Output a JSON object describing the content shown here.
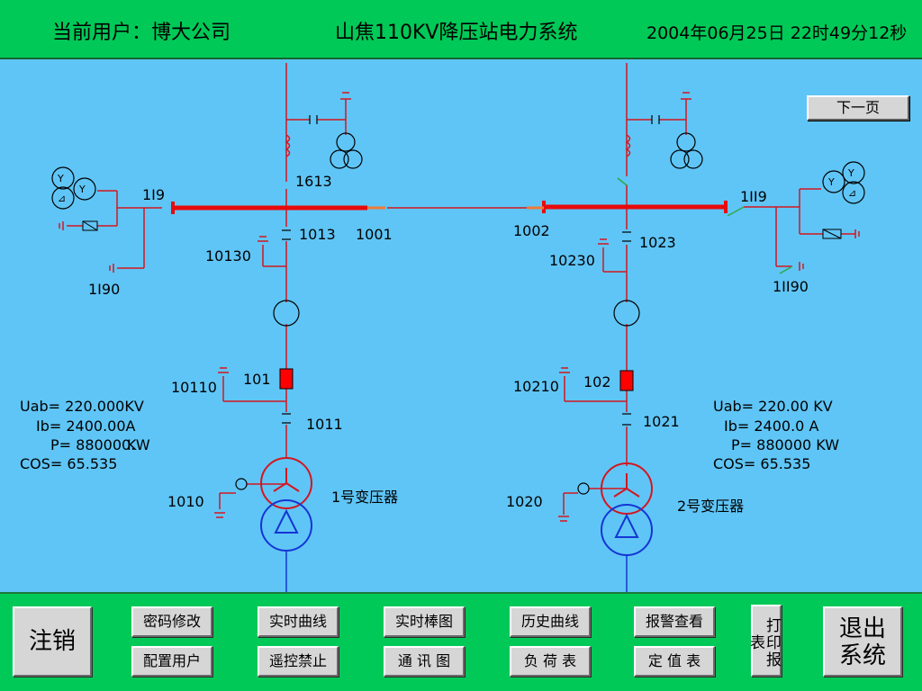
{
  "header": {
    "user": "当前用户：博大公司",
    "title": "山焦110KV降压站电力系统",
    "datetime": "2004年06月25日 22时49分12秒"
  },
  "diagram": {
    "next_page": "下一页",
    "labels": {
      "l1613": "1613",
      "l1I9": "1I9",
      "l1I90": "1I90",
      "l1013": "1013",
      "l1001": "1001",
      "l1002": "1002",
      "l1023": "1023",
      "l10130": "10130",
      "l10230": "10230",
      "l1II9": "1II9",
      "l1II90": "1II90",
      "l101": "101",
      "l102": "102",
      "l10110": "10110",
      "l10210": "10210",
      "l1011": "1011",
      "l1021": "1021",
      "l1010": "1010",
      "l1020": "1020",
      "t1": "1号变压器",
      "t2": "2号变压器"
    },
    "readings_left": {
      "uab": "Uab= 220.000KV",
      "ib": "Ib= 2400.00A",
      "p": "P= 880000.",
      "p_unit": "KW",
      "cos": "COS= 65.535"
    },
    "readings_right": {
      "uab": "Uab= 220.00 KV",
      "ib": "Ib= 2400.0 A",
      "p": "P= 880000 KW",
      "cos": "COS= 65.535"
    }
  },
  "footer": {
    "logout": "注销",
    "change_password": "密码修改",
    "config_user": "配置用户",
    "realtime_curve": "实时曲线",
    "remote_control_off": "遥控禁止",
    "realtime_bar": "实时棒图",
    "comm_diagram": "通 讯 图",
    "history_curve": "历史曲线",
    "load_table": "负 荷 表",
    "alarm_view": "报警查看",
    "setting_table": "定 值 表",
    "print_report": "打印报表",
    "exit_system": "退出系统"
  },
  "colors": {
    "header_bg": "#00c957",
    "panel_bg": "#5fc5f6",
    "line": "#d4161f",
    "busbar": "#e80a0a",
    "transformer_low": "#1436d4",
    "breaker": "#ff0000"
  }
}
